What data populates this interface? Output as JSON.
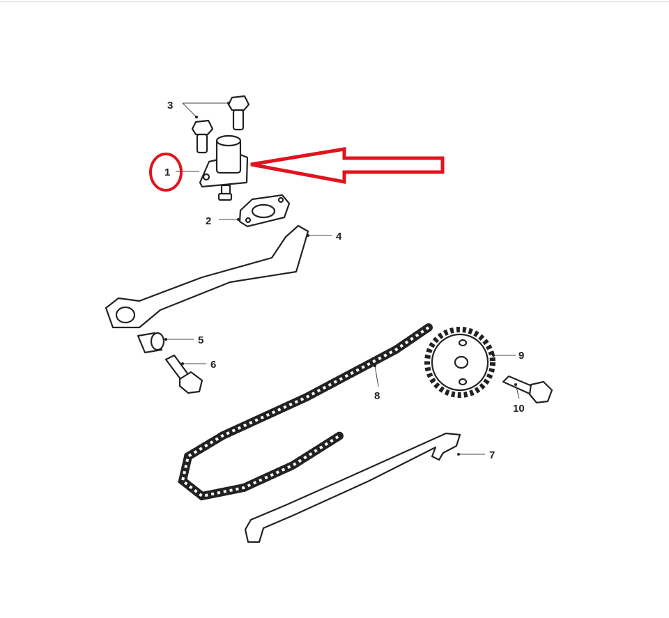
{
  "diagram": {
    "labels": [
      "1",
      "2",
      "3",
      "4",
      "5",
      "6",
      "7",
      "8",
      "9",
      "10"
    ],
    "highlight": {
      "target_label": "1",
      "color": "#e0141e",
      "marker": "circle-and-arrow"
    },
    "line_color": "#222222"
  }
}
